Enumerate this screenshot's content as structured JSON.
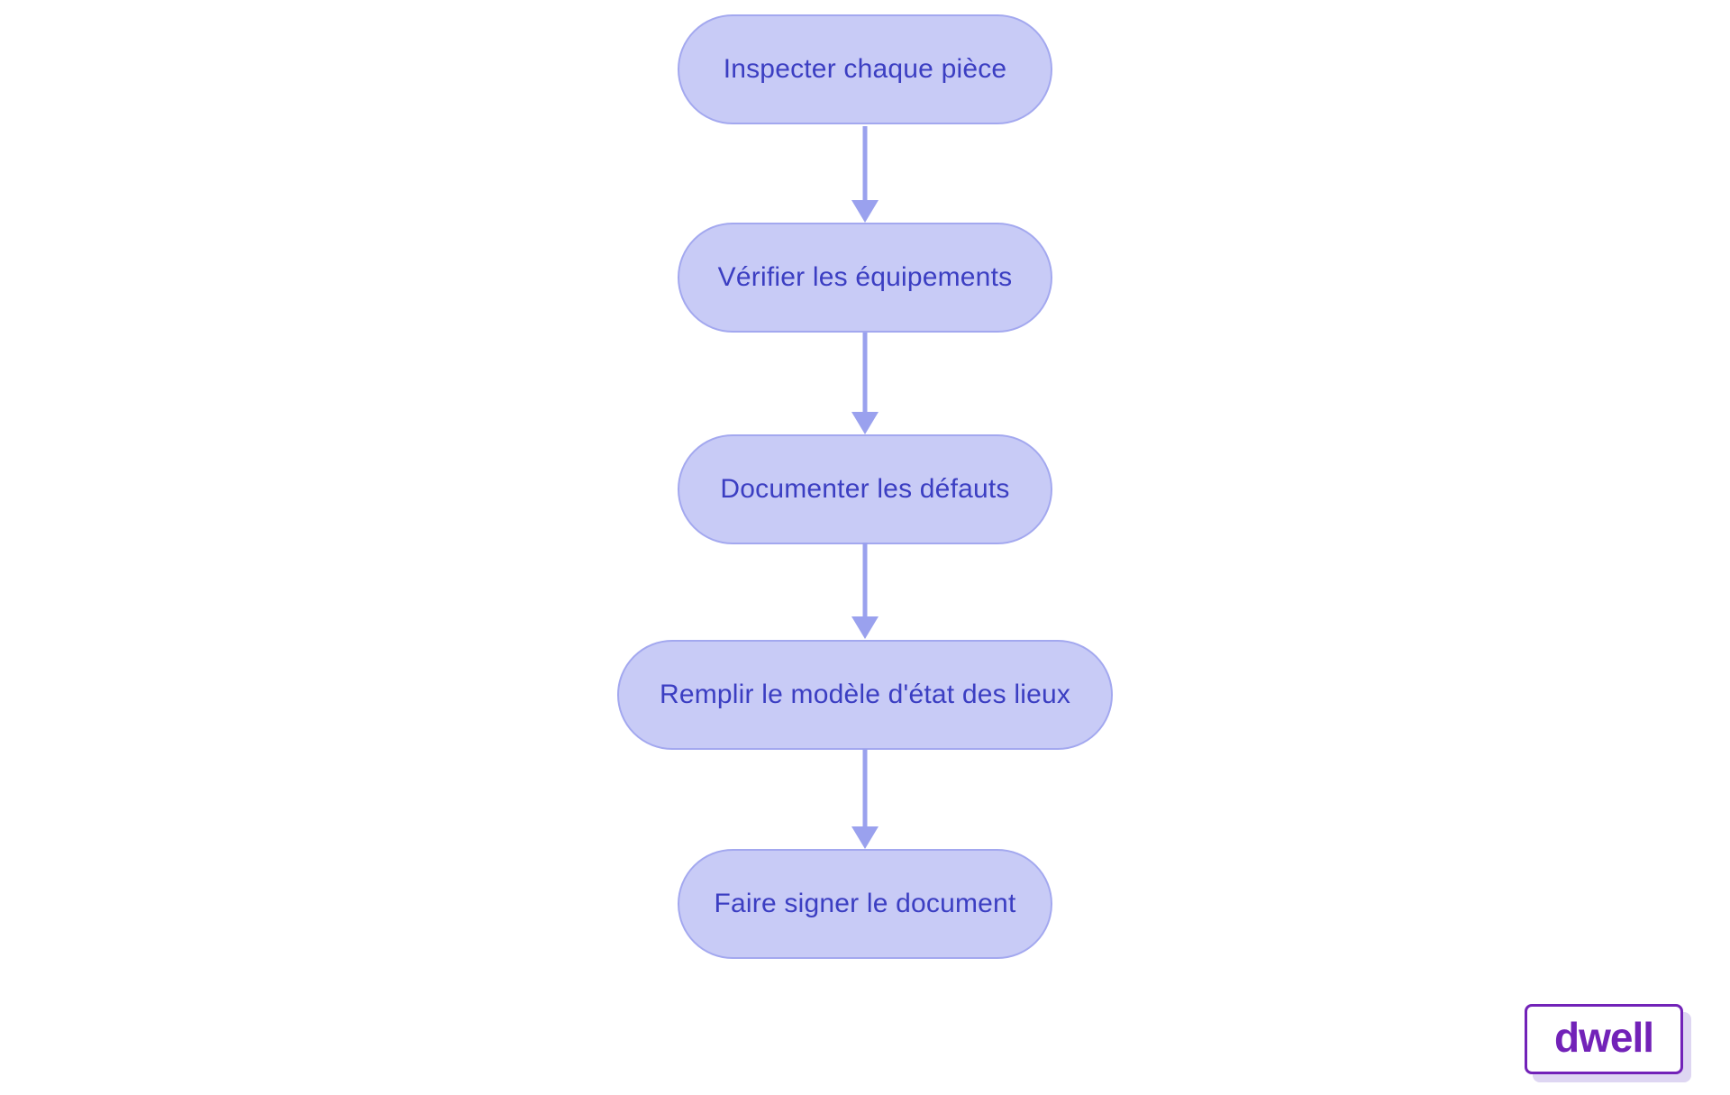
{
  "flowchart": {
    "direction": "top-down",
    "nodes": [
      {
        "id": "step-1",
        "label": "Inspecter chaque pièce"
      },
      {
        "id": "step-2",
        "label": "Vérifier les équipements"
      },
      {
        "id": "step-3",
        "label": "Documenter les défauts"
      },
      {
        "id": "step-4",
        "label": "Remplir le modèle d'état des lieux"
      },
      {
        "id": "step-5",
        "label": "Faire signer le document"
      }
    ],
    "edges": [
      {
        "from": "step-1",
        "to": "step-2"
      },
      {
        "from": "step-2",
        "to": "step-3"
      },
      {
        "from": "step-3",
        "to": "step-4"
      },
      {
        "from": "step-4",
        "to": "step-5"
      }
    ],
    "colors": {
      "node_fill": "#c8cbf6",
      "node_border": "#a3a8ef",
      "node_text": "#3b3ec2",
      "arrow": "#9aa1ee",
      "background": "#ffffff"
    }
  },
  "watermark": {
    "label": "dwell",
    "text_color": "#7222b8",
    "border_color": "#7222b8",
    "shadow_color": "#ded6f2"
  }
}
